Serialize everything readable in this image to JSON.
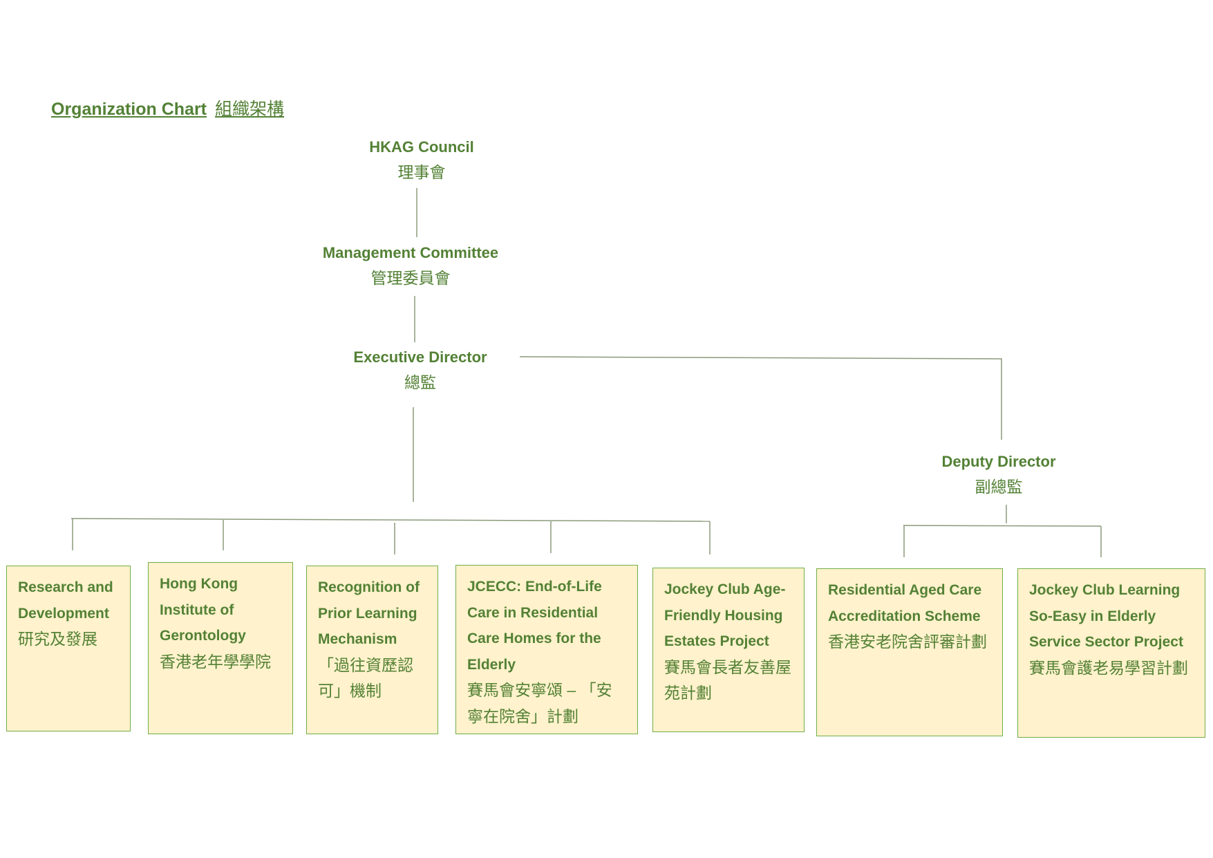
{
  "title": {
    "en": "Organization Chart",
    "zh": "組織架構"
  },
  "nodes": {
    "council": {
      "en": "HKAG Council",
      "zh": "理事會"
    },
    "management": {
      "en": "Management Committee",
      "zh": "管理委員會"
    },
    "executive": {
      "en": "Executive Director",
      "zh": "總監"
    },
    "deputy": {
      "en": "Deputy Director",
      "zh": "副總監"
    }
  },
  "units": [
    {
      "en": "Research and Development",
      "zh": "研究及發展"
    },
    {
      "en": "Hong Kong Institute of Gerontology",
      "zh": "香港老年學學院"
    },
    {
      "en": "Recognition of Prior Learning Mechanism",
      "zh": "「過往資歷認可」機制"
    },
    {
      "en": "JCECC: End-of-Life Care in Residential Care Homes for the Elderly",
      "zh": "賽馬會安寧頌 – 「安寧在院舍」計劃"
    },
    {
      "en": "Jockey Club Age-Friendly Housing Estates Project",
      "zh": "賽馬會長者友善屋苑計劃"
    },
    {
      "en": "Residential Aged Care Accreditation Scheme",
      "zh": "香港安老院舍評審計劃"
    },
    {
      "en": "Jockey Club Learning So-Easy in Elderly Service Sector Project",
      "zh": "賽馬會護老易學習計劃"
    }
  ],
  "colors": {
    "text": "#538135",
    "box_fill": "#fff2cc",
    "box_border": "#70ad47",
    "connector": "#8a9a7a"
  }
}
